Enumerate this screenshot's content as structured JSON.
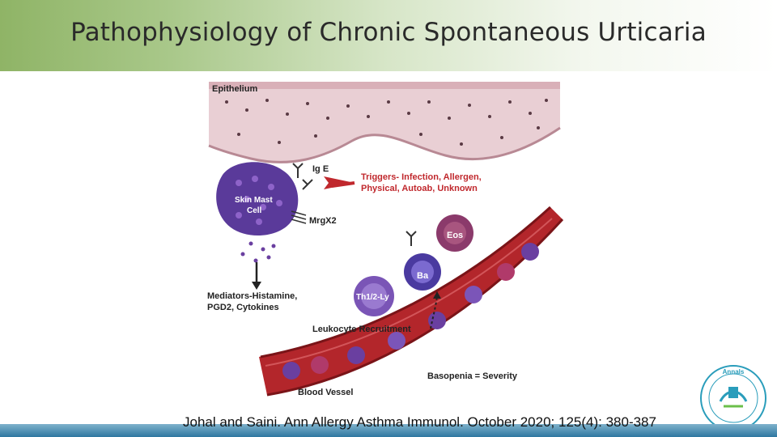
{
  "title": "Pathophysiology of Chronic Spontaneous Urticaria",
  "diagram": {
    "epithelium": "Epithelium",
    "ige": "Ig E",
    "mast_cell": [
      "Skin Mast",
      "Cell"
    ],
    "triggers": [
      "Triggers- Infection, Allergen,",
      "Physical, Autoab, Unknown"
    ],
    "mrgx2": "MrgX2",
    "eos": "Eos",
    "ba": "Ba",
    "th": "Th1/2-Ly",
    "mediators": [
      "Mediators-Histamine,",
      "PGD2, Cytokines"
    ],
    "leukocyte": "Leukocyte Recruitment",
    "basopenia": "Basopenia = Severity",
    "vessel": "Blood Vessel"
  },
  "citation": "Johal and Saini. Ann Allergy Asthma Immunol. October 2020; 125(4): 380-387",
  "colors": {
    "title_gradient_start": "#8fb466",
    "trigger_red": "#c0282d",
    "vessel_red": "#b3262b",
    "bottom_bar": "#2e77a0"
  }
}
